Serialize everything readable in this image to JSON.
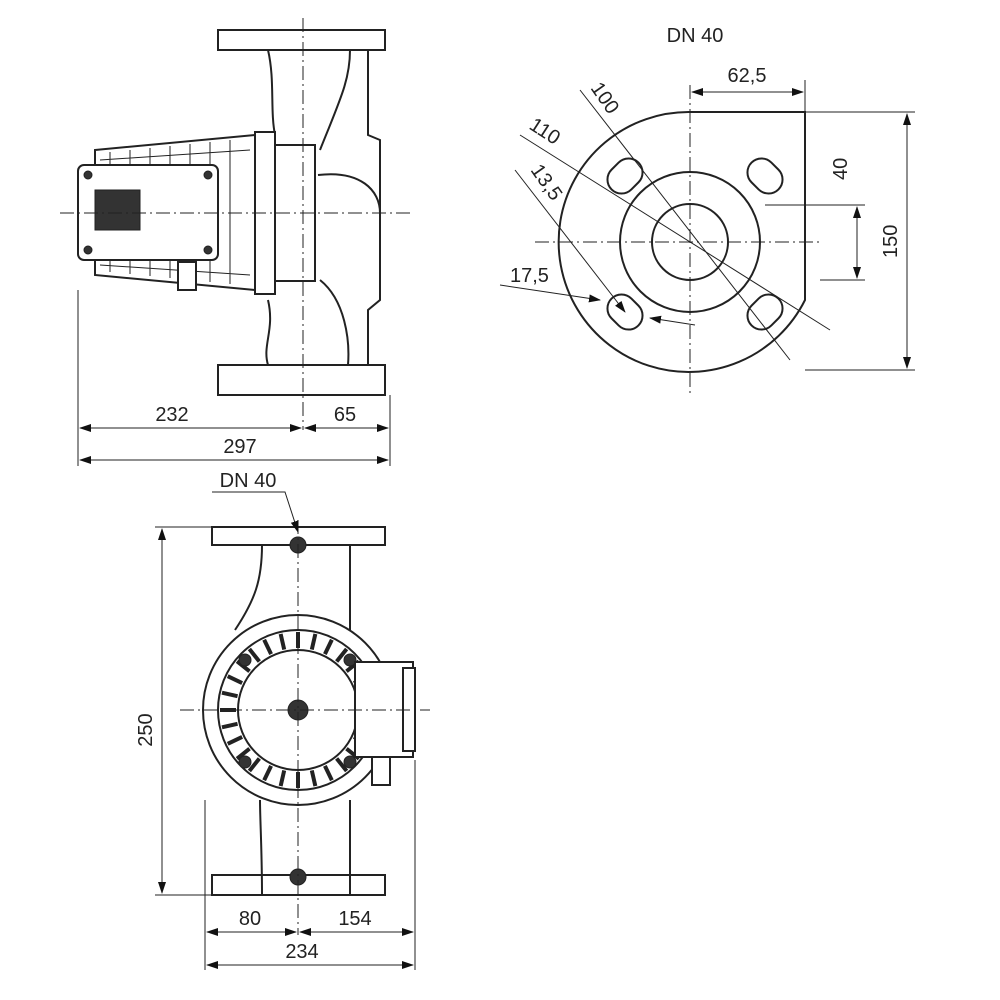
{
  "side_view": {
    "dim_232": "232",
    "dim_65": "65",
    "dim_297": "297"
  },
  "flange_view": {
    "title": "DN 40",
    "dim_62_5": "62,5",
    "dim_100": "100",
    "dim_110": "110",
    "dim_13_5": "13,5",
    "dim_17_5": "17,5",
    "dim_40": "40",
    "dim_150": "150"
  },
  "front_view": {
    "title": "DN 40",
    "dim_250": "250",
    "dim_80": "80",
    "dim_154": "154",
    "dim_234": "234"
  }
}
